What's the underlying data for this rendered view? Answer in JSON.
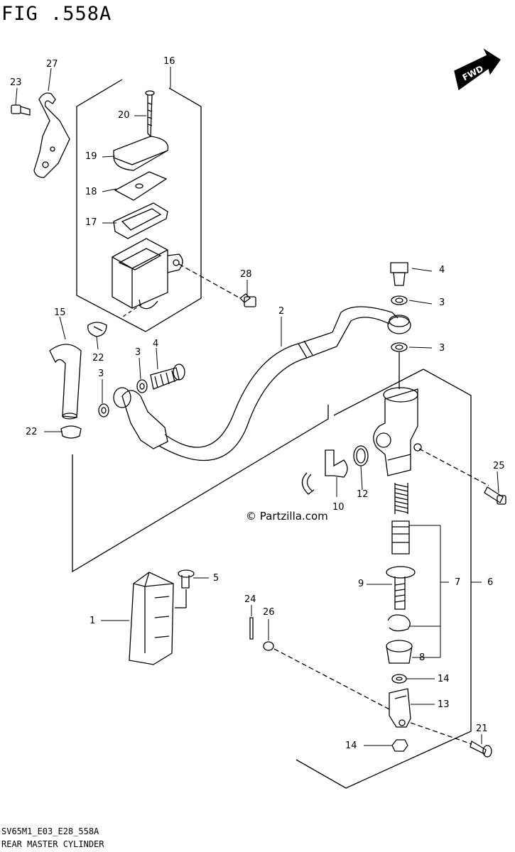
{
  "header": {
    "title": "FIG .558A"
  },
  "watermark": "© Partzilla.com",
  "fwd_label": "FWD",
  "footer": {
    "code": "SV65M1_E03_E28_558A",
    "caption": "REAR MASTER CYLINDER"
  },
  "callouts": {
    "c1": "1",
    "c2": "2",
    "c3a": "3",
    "c3b": "3",
    "c3c": "3",
    "c3d": "3",
    "c4a": "4",
    "c4b": "4",
    "c5": "5",
    "c6": "6",
    "c7": "7",
    "c8": "8",
    "c9": "9",
    "c10": "10",
    "c12": "12",
    "c13": "13",
    "c14a": "14",
    "c14b": "14",
    "c15": "15",
    "c16": "16",
    "c17": "17",
    "c18": "18",
    "c19": "19",
    "c20": "20",
    "c21": "21",
    "c22a": "22",
    "c22b": "22",
    "c23": "23",
    "c24": "24",
    "c25": "25",
    "c26": "26",
    "c27": "27",
    "c28": "28"
  }
}
